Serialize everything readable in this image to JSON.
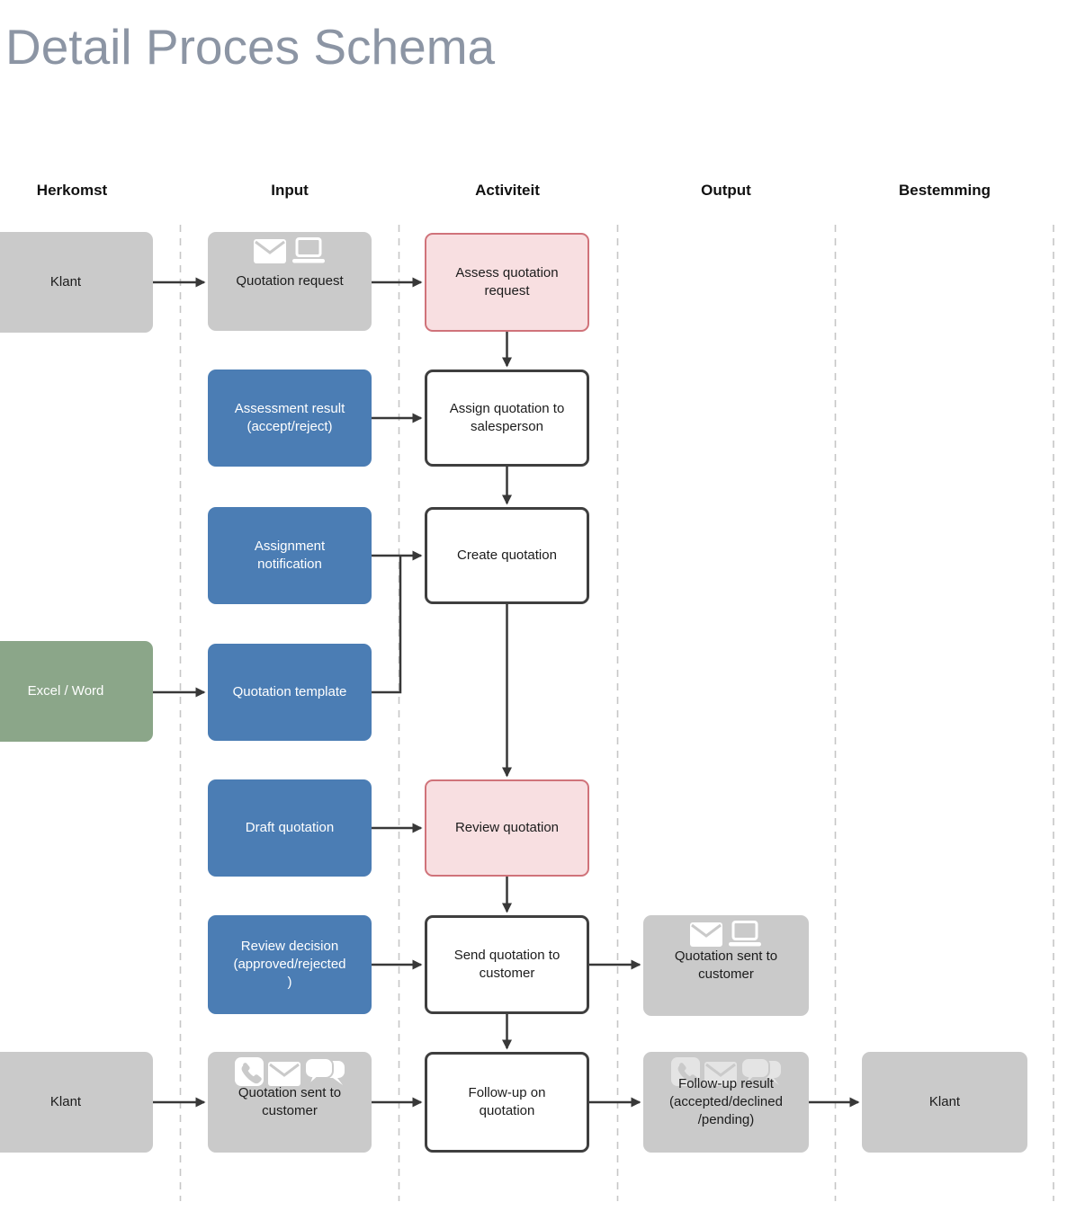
{
  "title": "Detail Proces Schema",
  "columns": [
    {
      "id": "herkomst",
      "label": "Herkomst"
    },
    {
      "id": "input",
      "label": "Input"
    },
    {
      "id": "activiteit",
      "label": "Activiteit"
    },
    {
      "id": "output",
      "label": "Output"
    },
    {
      "id": "bestemming",
      "label": "Bestemming"
    }
  ],
  "nodes": {
    "klant_source_1": {
      "label": "Klant",
      "lane": "herkomst",
      "style": "gray"
    },
    "quotation_request": {
      "label": "Quotation request",
      "lane": "input",
      "style": "gray",
      "icons": [
        "mail-icon",
        "laptop-icon"
      ]
    },
    "assess_quotation_request": {
      "label": "Assess quotation\nrequest",
      "lane": "activiteit",
      "style": "pink"
    },
    "assessment_result": {
      "label": "Assessment result\n(accept/reject)",
      "lane": "input",
      "style": "blue"
    },
    "assign_quotation": {
      "label": "Assign quotation to\nsalesperson",
      "lane": "activiteit",
      "style": "activity"
    },
    "assignment_notification": {
      "label": "Assignment\nnotification",
      "lane": "input",
      "style": "blue"
    },
    "create_quotation": {
      "label": "Create quotation",
      "lane": "activiteit",
      "style": "activity"
    },
    "excel_word": {
      "label": "Excel / Word",
      "lane": "herkomst",
      "style": "green"
    },
    "quotation_template": {
      "label": "Quotation template",
      "lane": "input",
      "style": "blue"
    },
    "draft_quotation": {
      "label": "Draft quotation",
      "lane": "input",
      "style": "blue"
    },
    "review_quotation": {
      "label": "Review quotation",
      "lane": "activiteit",
      "style": "pink"
    },
    "review_decision": {
      "label": "Review decision\n(approved/rejected\n)",
      "lane": "input",
      "style": "blue"
    },
    "send_quotation": {
      "label": "Send quotation to\ncustomer",
      "lane": "activiteit",
      "style": "activity"
    },
    "quotation_sent_output": {
      "label": "Quotation sent to\ncustomer",
      "lane": "output",
      "style": "gray",
      "icons": [
        "mail-icon",
        "laptop-icon"
      ]
    },
    "klant_source_2": {
      "label": "Klant",
      "lane": "herkomst",
      "style": "gray"
    },
    "quotation_sent_input": {
      "label": "Quotation sent to\ncustomer",
      "lane": "input",
      "style": "gray",
      "icons": [
        "phone-icon",
        "mail-icon",
        "chat-icon"
      ]
    },
    "followup_quotation": {
      "label": "Follow-up on\nquotation",
      "lane": "activiteit",
      "style": "activity"
    },
    "followup_result": {
      "label": "Follow-up result\n(accepted/declined\n/pending)",
      "lane": "output",
      "style": "gray",
      "icons": [
        "phone-icon",
        "mail-icon",
        "chat-icon"
      ]
    },
    "klant_destination": {
      "label": "Klant",
      "lane": "bestemming",
      "style": "gray"
    }
  },
  "edges": [
    {
      "from": "klant_source_1",
      "to": "quotation_request"
    },
    {
      "from": "quotation_request",
      "to": "assess_quotation_request"
    },
    {
      "from": "assess_quotation_request",
      "to": "assign_quotation"
    },
    {
      "from": "assessment_result",
      "to": "assign_quotation"
    },
    {
      "from": "assign_quotation",
      "to": "create_quotation"
    },
    {
      "from": "assignment_notification",
      "to": "create_quotation"
    },
    {
      "from": "excel_word",
      "to": "quotation_template"
    },
    {
      "from": "quotation_template",
      "to": "create_quotation"
    },
    {
      "from": "create_quotation",
      "to": "review_quotation"
    },
    {
      "from": "draft_quotation",
      "to": "review_quotation"
    },
    {
      "from": "review_quotation",
      "to": "send_quotation"
    },
    {
      "from": "review_decision",
      "to": "send_quotation"
    },
    {
      "from": "send_quotation",
      "to": "quotation_sent_output"
    },
    {
      "from": "send_quotation",
      "to": "followup_quotation"
    },
    {
      "from": "klant_source_2",
      "to": "quotation_sent_input"
    },
    {
      "from": "quotation_sent_input",
      "to": "followup_quotation"
    },
    {
      "from": "followup_quotation",
      "to": "followup_result"
    },
    {
      "from": "followup_result",
      "to": "klant_destination"
    }
  ],
  "colors": {
    "title_text": "#8C95A4",
    "header_text": "#111111",
    "source_gray": "#CACACA",
    "input_blue": "#4B7DB4",
    "tool_green": "#8BA689",
    "activity_border": "#3F3F3F",
    "highlight_pink_fill": "#F8DFE1",
    "highlight_pink_border": "#D0737A",
    "arrow": "#383838",
    "lane_divider": "#C6C6C6"
  }
}
